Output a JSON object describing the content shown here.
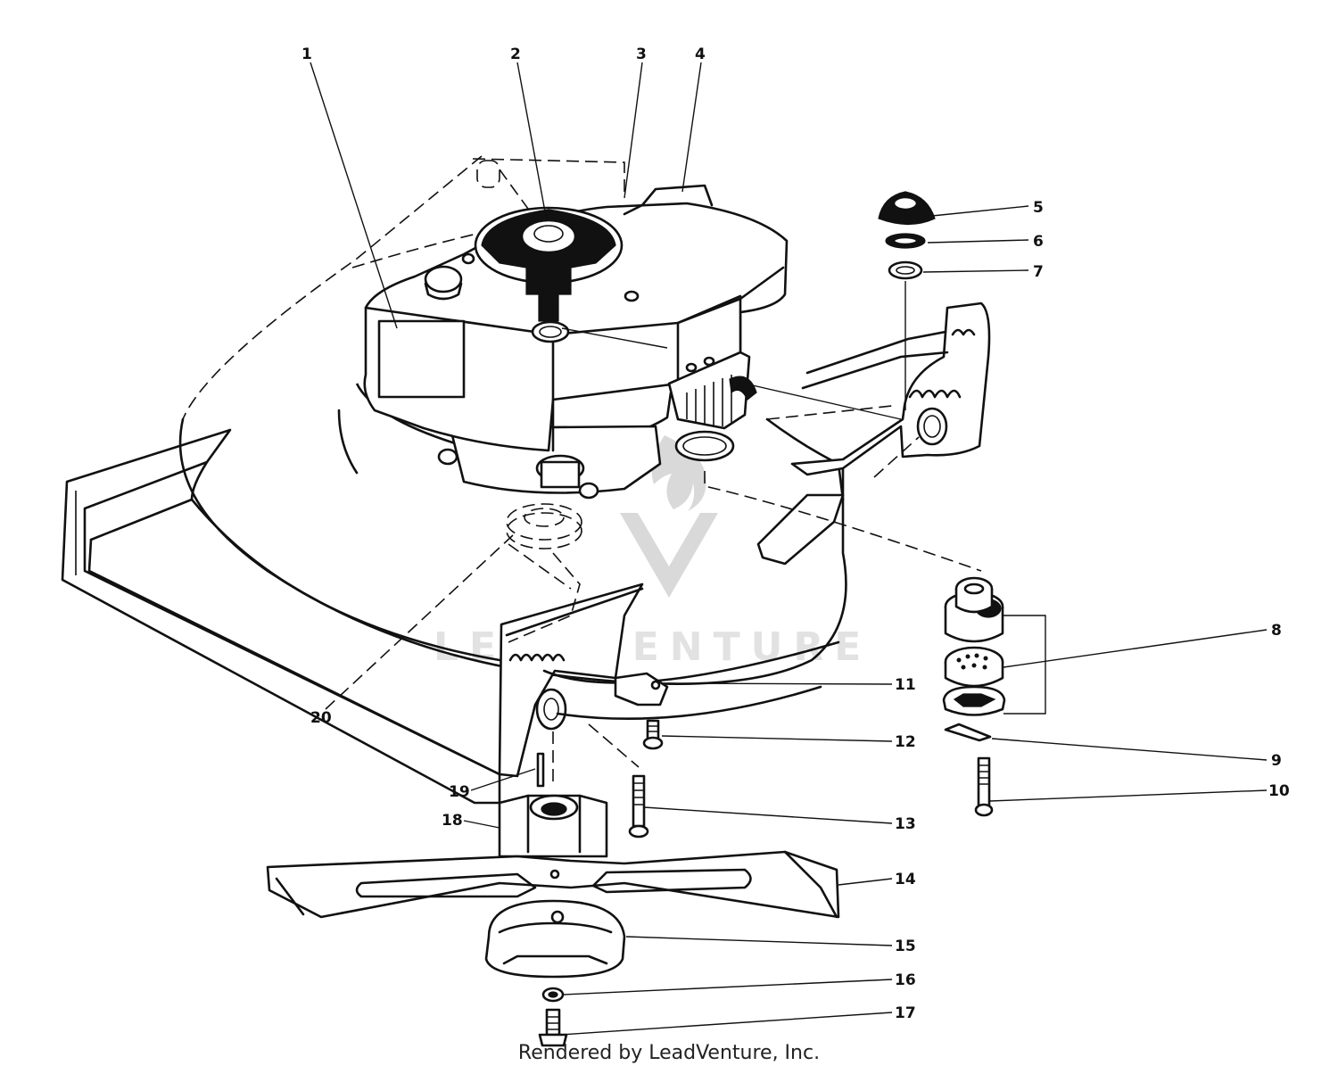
{
  "diagram": {
    "callouts": [
      "1",
      "2",
      "3",
      "4",
      "5",
      "6",
      "7",
      "8",
      "9",
      "10",
      "11",
      "12",
      "13",
      "14",
      "15",
      "16",
      "17",
      "18",
      "19",
      "20"
    ]
  },
  "watermark": {
    "text": "LEADVENTURE"
  },
  "footer": {
    "text": "Rendered by LeadVenture, Inc."
  }
}
